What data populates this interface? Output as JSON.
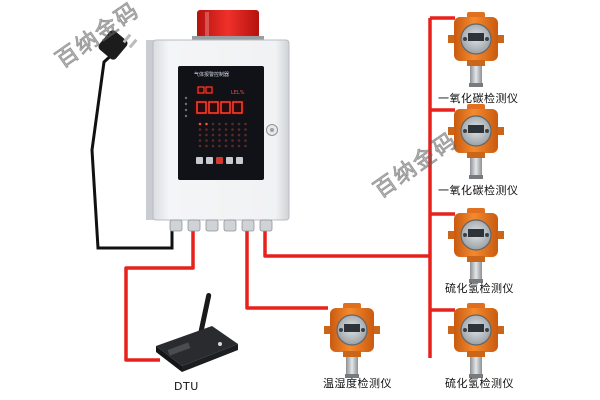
{
  "watermark": "百纳金码",
  "controller": {
    "panel_title": "气体报警控制器",
    "display_unit": "LEL%"
  },
  "detectors": [
    {
      "label": "一氧化碳检测仪"
    },
    {
      "label": "一氧化碳检测仪"
    },
    {
      "label": "硫化氢检测仪"
    },
    {
      "label": "硫化氢检测仪"
    },
    {
      "label": "温湿度检测仪"
    }
  ],
  "dtu": {
    "label": "DTU"
  },
  "colors": {
    "wire": "#e8211c",
    "power_cord": "#111111",
    "detector_body": "#f07a1e",
    "controller_body": "#eef0f2",
    "alarm_light": "#e3211c"
  }
}
